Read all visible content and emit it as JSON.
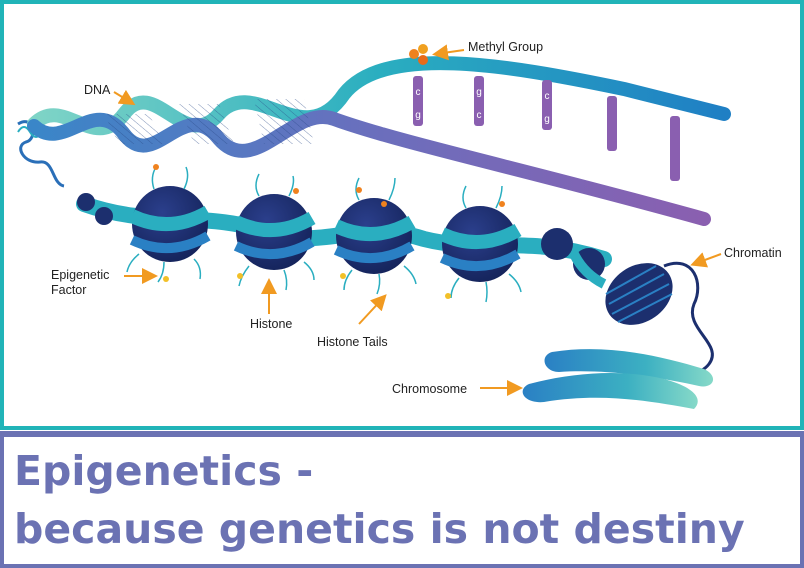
{
  "diagram": {
    "labels": {
      "dna": "DNA",
      "methyl_group": "Methyl Group",
      "epigenetic_factor_1": "Epigenetic",
      "epigenetic_factor_2": "Factor",
      "histone": "Histone",
      "histone_tails": "Histone Tails",
      "chromatin": "Chromatin",
      "chromosome": "Chromosome"
    },
    "base_pairs": [
      {
        "top": "c",
        "bottom": "g"
      },
      {
        "top": "g",
        "bottom": "c"
      },
      {
        "top": "c",
        "bottom": "g"
      }
    ],
    "colors": {
      "teal": "#2aaec0",
      "blue": "#2a6fb8",
      "purple": "#8a5fb0",
      "navy": "#1c2f6e",
      "arrow": "#f19a21",
      "panel_border": "#21b4b8",
      "caption_border": "#6b72b3"
    }
  },
  "caption": {
    "line1": "Epigenetics -",
    "line2": "because genetics is not destiny"
  }
}
